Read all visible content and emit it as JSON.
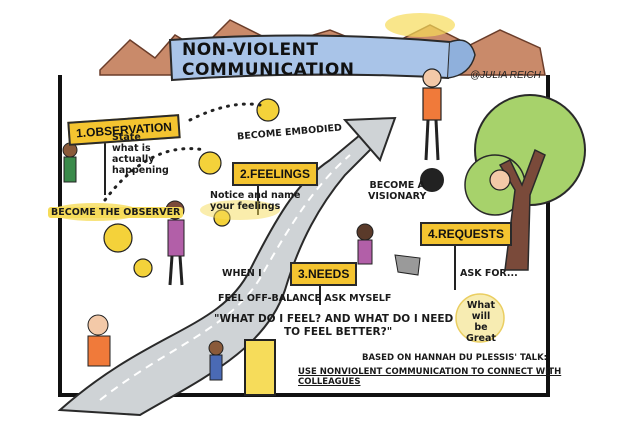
{
  "title": "NON-VIOLENT COMMUNICATION",
  "credit": "@JULIA REICH",
  "steps": {
    "observation": {
      "label": "1.OBSERVATION",
      "desc": [
        "State",
        "what is",
        "actually",
        "happening"
      ],
      "action": "BECOME THE OBSERVER"
    },
    "feelings": {
      "label": "2.FEELINGS",
      "action": "BECOME EMBODIED",
      "desc": [
        "Notice and name",
        "your feelings"
      ]
    },
    "needs": {
      "label": "3.NEEDS",
      "prompt_1": [
        "WHEN I",
        "FEEL OFF-BALANCE ASK MYSELF"
      ],
      "quote": [
        "\"WHAT DO I FEEL? AND WHAT DO I NEED",
        "TO FEEL BETTER?\""
      ]
    },
    "requests": {
      "label": "4.REQUESTS",
      "action": [
        "BECOME A",
        "VISIONARY"
      ],
      "ask": "ASK FOR...",
      "bubble": [
        "What",
        "will be",
        "Great"
      ]
    }
  },
  "footer": {
    "based_on": "BASED ON HANNAH DU PLESSIS' TALK:",
    "talk": "USE NONVIOLENT COMMUNICATION TO CONNECT WITH COLLEAGUES"
  },
  "colors": {
    "mountains": "#c98a6a",
    "banner": "#a9c4e8",
    "road": "#cfd3d6",
    "sign": "#f4c430",
    "tree": "#a7d26b",
    "trunk": "#7a4a3a"
  }
}
